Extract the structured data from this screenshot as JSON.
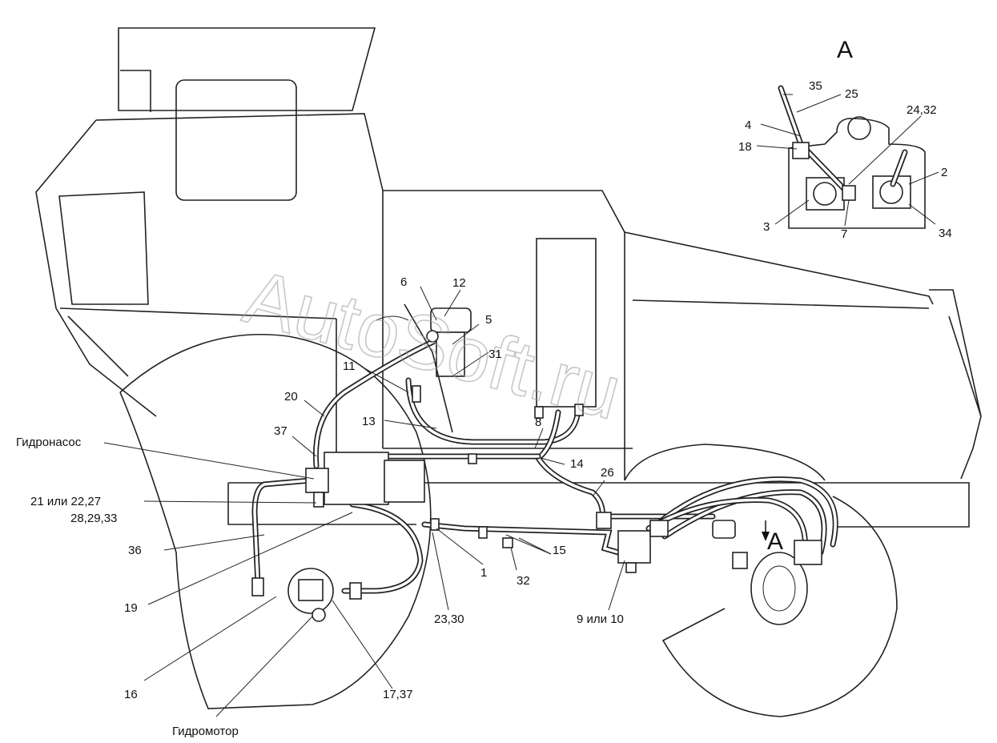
{
  "watermark": "AutoSoft.ru",
  "view_label": "А",
  "view_marker": "А",
  "callouts": {
    "c6": "6",
    "c12": "12",
    "c5": "5",
    "c31": "31",
    "c11": "11",
    "c20": "20",
    "c13": "13",
    "c8": "8",
    "c37": "37",
    "c14": "14",
    "c26": "26",
    "c21": "21 или 22,27",
    "c28": "28,29,33",
    "c36": "36",
    "c19": "19",
    "c16": "16",
    "c17": "17,37",
    "c23": "23,30",
    "c1": "1",
    "c15": "15",
    "c32": "32",
    "c9": "9 или 10",
    "inset35": "35",
    "inset25": "25",
    "inset24": "24,32",
    "inset4": "4",
    "inset18": "18",
    "inset2": "2",
    "inset3": "3",
    "inset7": "7",
    "inset34": "34"
  },
  "pump_label": "Гидронасос",
  "motor_label": "Гидромотор"
}
